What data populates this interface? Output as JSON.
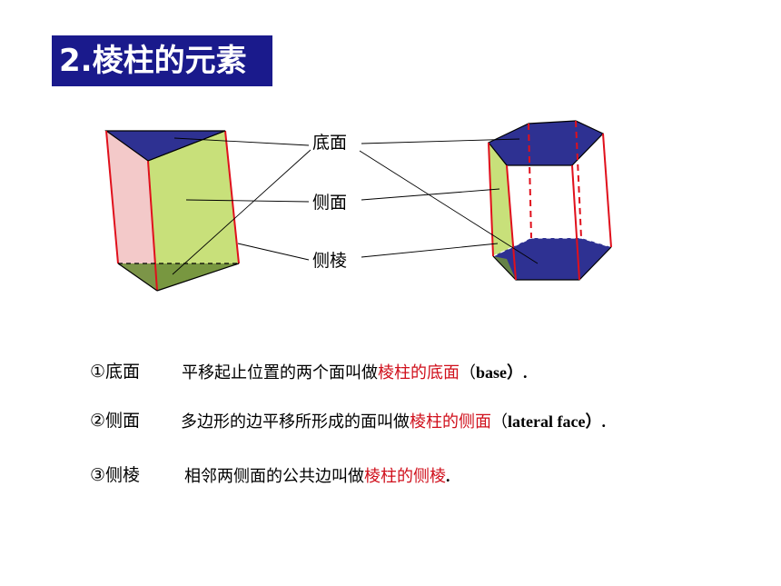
{
  "title": "2.棱柱的元素",
  "labels": {
    "base": "底面",
    "lateral_face": "侧面",
    "lateral_edge": "侧棱"
  },
  "definitions": [
    {
      "term": "①底面",
      "text_before": "平移起止位置的两个面叫做",
      "highlight": "棱柱的底面",
      "text_after": "（",
      "english": "base",
      "end": "）."
    },
    {
      "term": "②侧面",
      "text_before": "多边形的边平移所形成的面叫做",
      "highlight": "棱柱的侧面",
      "text_after": "（",
      "english": "lateral face",
      "end": "）."
    },
    {
      "term": "③侧棱",
      "text_before": "相邻两侧面的公共边叫做",
      "highlight": "棱柱的侧棱",
      "text_after": "",
      "english": "",
      "end": "."
    }
  ],
  "colors": {
    "title_bg": "#1a1a8c",
    "base_face": "#2e3192",
    "lateral_face": "#c5e17a",
    "lateral_face_light": "#f2c4c4",
    "edge_red": "#e0101c",
    "highlight_red": "#d0101c"
  }
}
